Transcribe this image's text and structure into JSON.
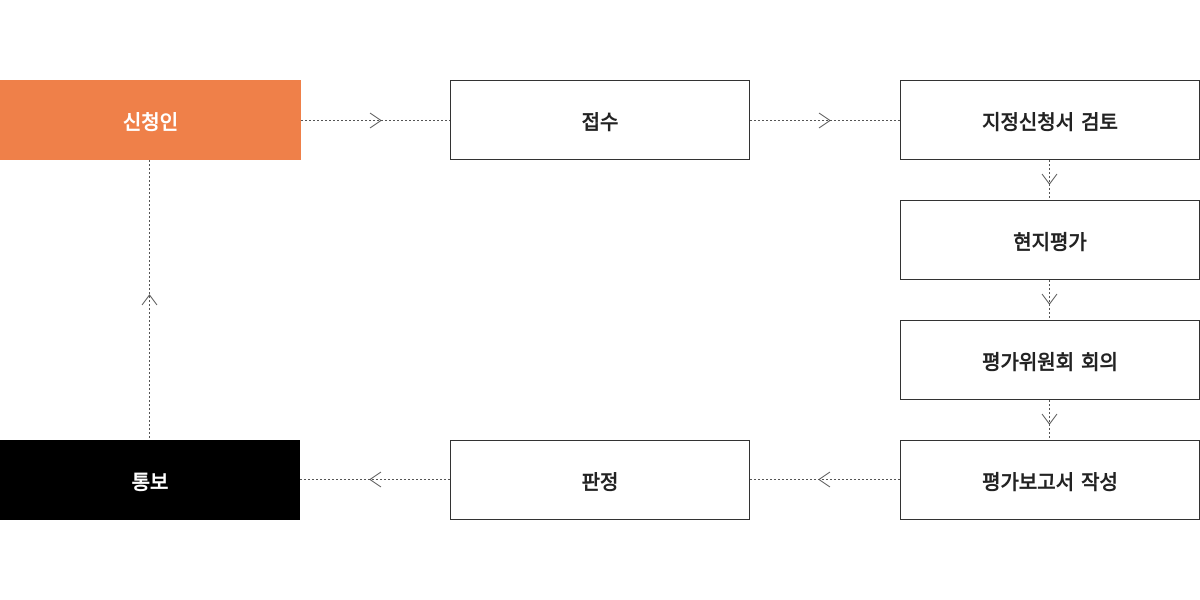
{
  "steps": {
    "applicant": "신청인",
    "receipt": "접수",
    "review": "지정신청서 검토",
    "site_eval": "현지평가",
    "committee": "평가위원회 회의",
    "report": "평가보고서 작성",
    "decision": "판정",
    "notice": "통보"
  },
  "colors": {
    "applicant_fill": "#ef8049",
    "notice_fill": "#000000",
    "box_border": "#333333",
    "connector": "#555555"
  }
}
